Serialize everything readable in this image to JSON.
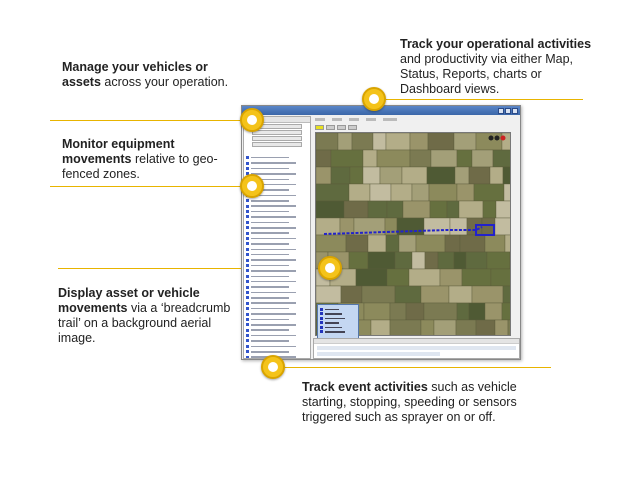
{
  "callouts": {
    "manage": {
      "bold": "Manage your vehicles or assets",
      "rest": " across your operation."
    },
    "monitor": {
      "bold": "Monitor equipment movements",
      "rest": " relative to geo-fenced zones."
    },
    "display": {
      "bold": "Display asset or vehicle movements",
      "rest": " via a ‘breadcrumb trail’ on a background aerial image."
    },
    "track_ops": {
      "bold": "Track your operational activities",
      "rest": " and productivity via either Map, Status, Reports, charts or Dashboard views."
    },
    "track_events": {
      "bold": "Track event activities",
      "rest": " such as vehicle starting, stopping, speeding or sensors triggered such as sprayer on or off."
    }
  },
  "colors": {
    "accent": "#f4c31a",
    "line": "#e8b400",
    "trail": "#2222cc"
  },
  "app": {
    "icons": [
      "minimize-icon",
      "maximize-icon",
      "close-icon"
    ],
    "list_rows": 41,
    "legend_rows": 6
  }
}
